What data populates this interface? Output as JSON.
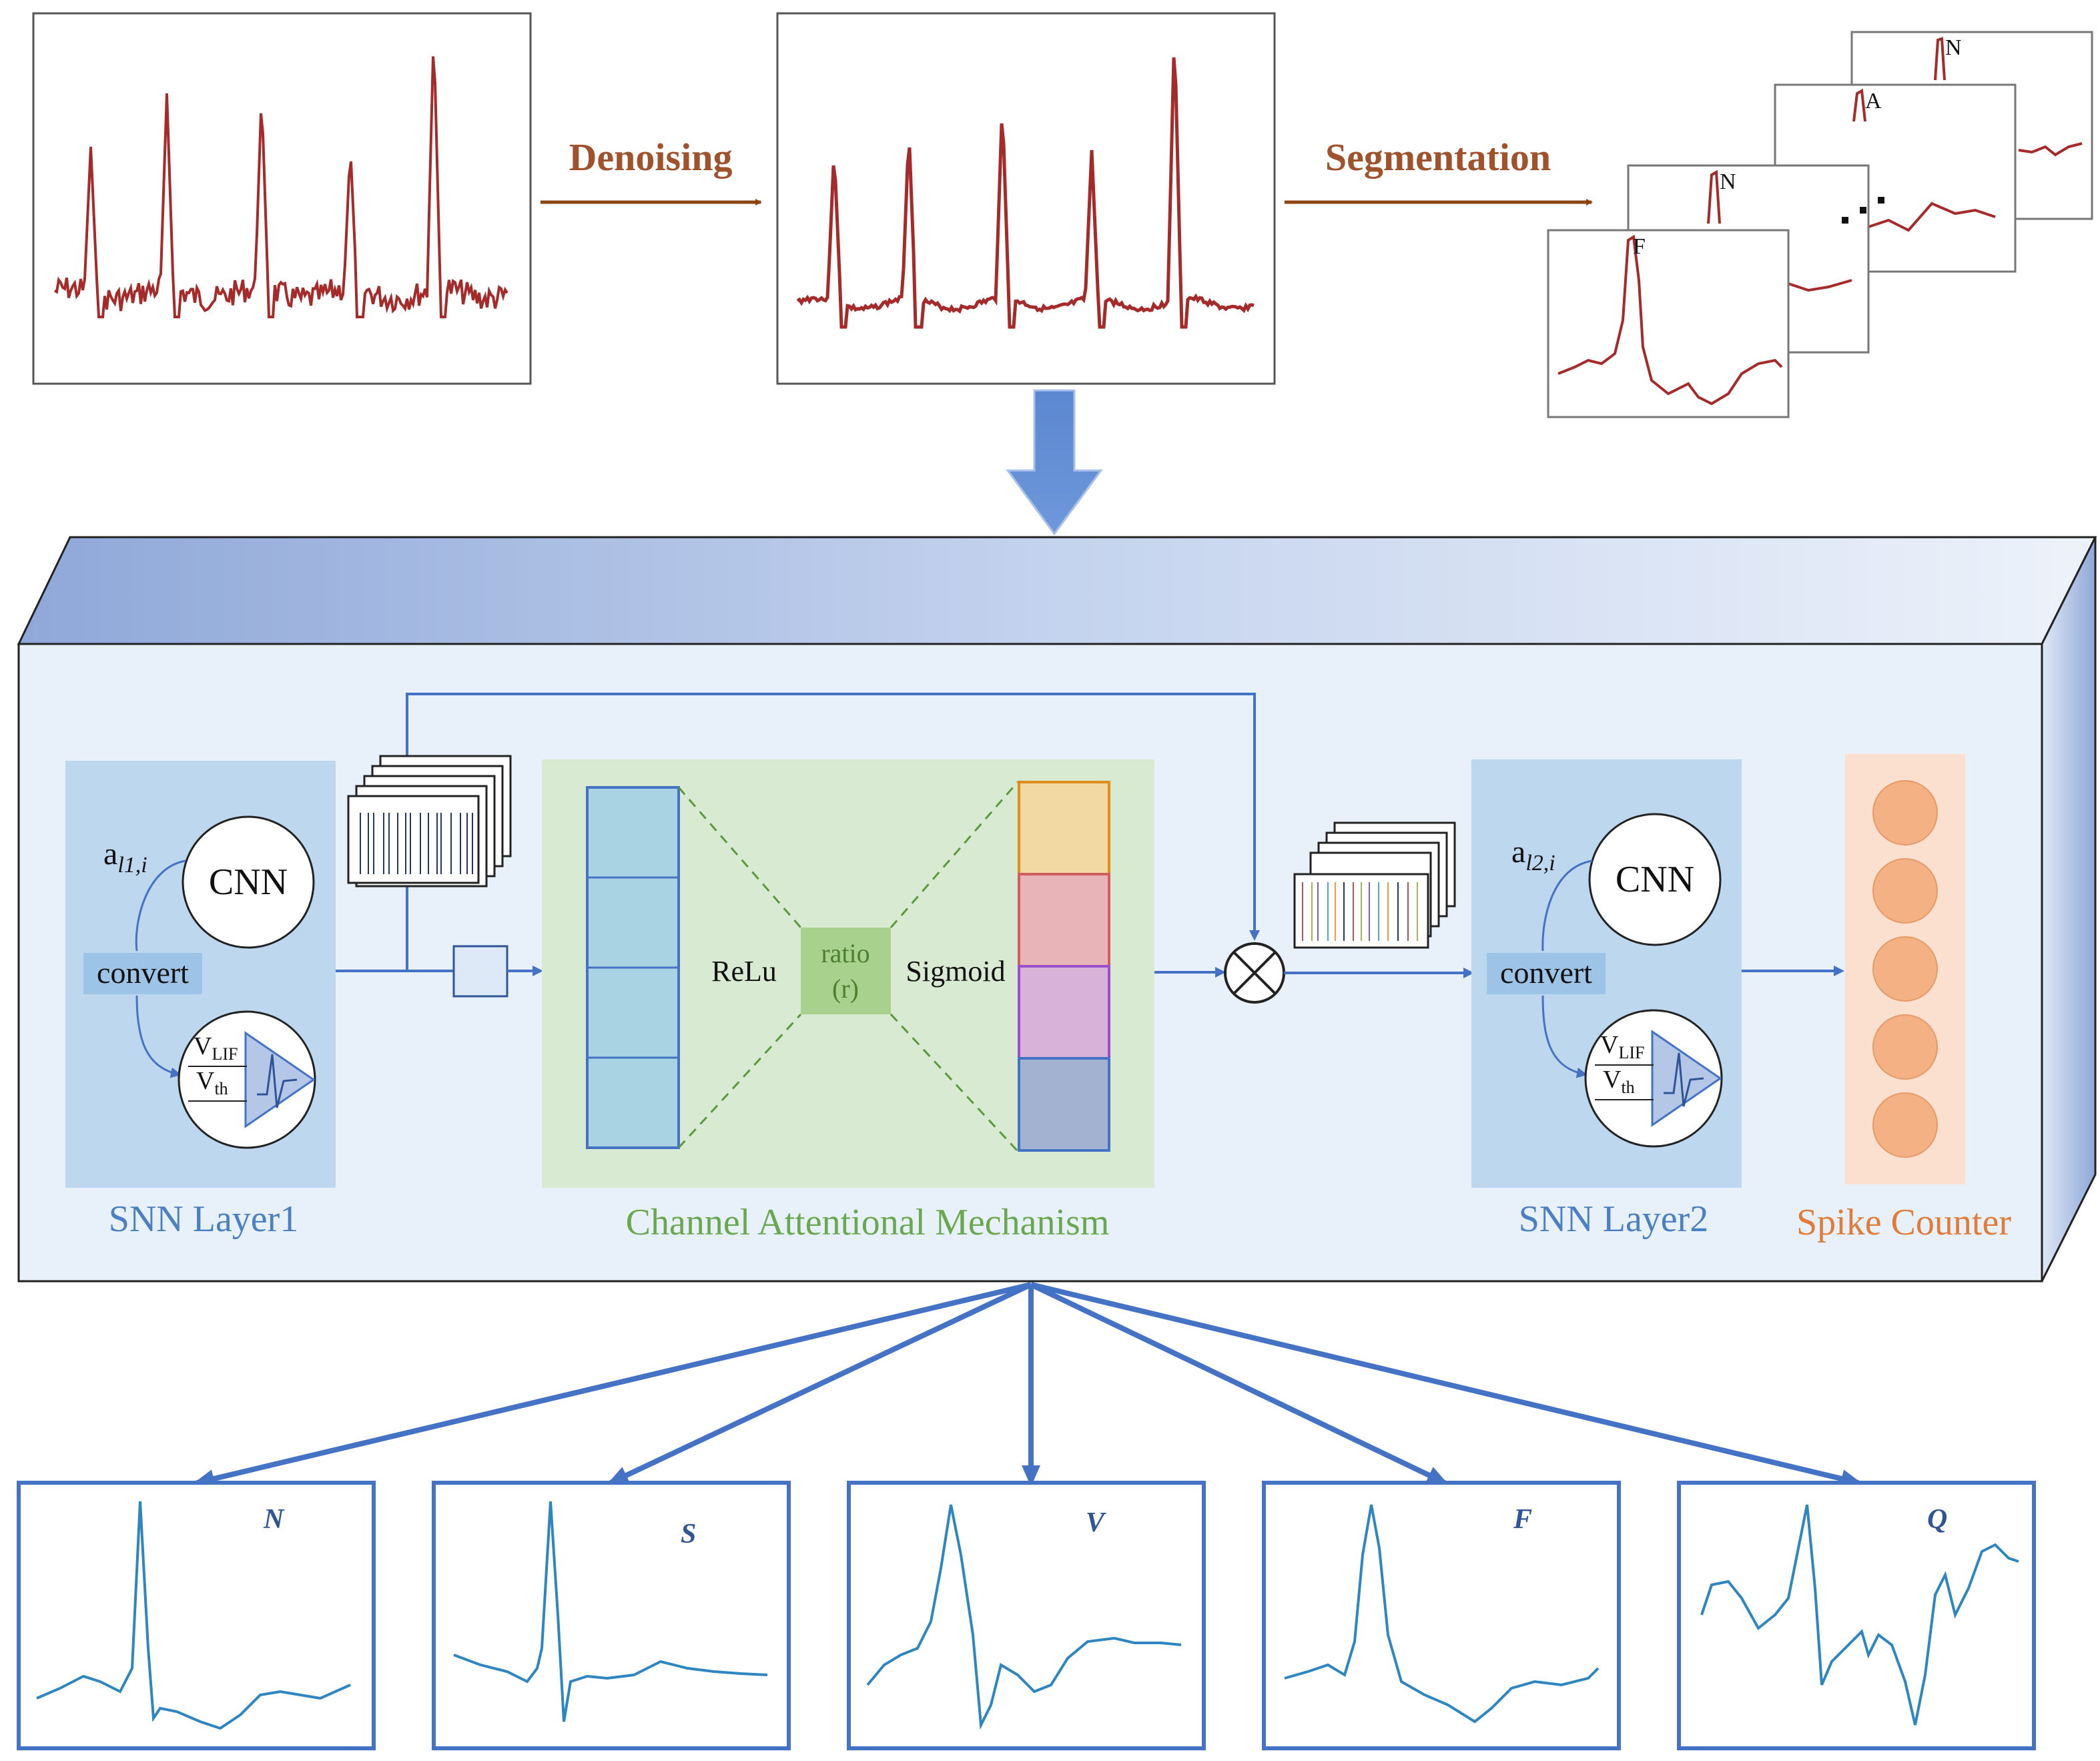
{
  "pipeline": {
    "denoise_label": "Denoising",
    "segment_label": "Segmentation",
    "segment_card_labels": [
      "N",
      "A",
      "N",
      "F"
    ]
  },
  "network": {
    "snn1": {
      "a_base": "a",
      "a_sub": "l1,i",
      "cnn": "CNN",
      "convert": "convert",
      "v_lif_base": "V",
      "v_lif_sub": "LIF",
      "v_th_base": "V",
      "v_th_sub": "th",
      "caption": "SNN Layer1"
    },
    "attention": {
      "relu": "ReLu",
      "ratio_line1": "ratio",
      "ratio_line2": "(r)",
      "sigmoid": "Sigmoid",
      "caption": "Channel Attentional Mechanism"
    },
    "snn2": {
      "a_base": "a",
      "a_sub": "l2,i",
      "cnn": "CNN",
      "convert": "convert",
      "v_lif_base": "V",
      "v_lif_sub": "LIF",
      "v_th_base": "V",
      "v_th_sub": "th",
      "caption": "SNN Layer2"
    },
    "counter": {
      "caption": "Spike Counter"
    }
  },
  "outputs": {
    "labels": [
      "N",
      "S",
      "V",
      "F",
      "Q"
    ]
  },
  "colors": {
    "ecg_red": "#a52a2a",
    "arrow_brown": "#8b4513",
    "label_brown": "#a0522d",
    "blue": "#4472c4",
    "block_face": "#e8f1fa",
    "snn_panel": "#bdd7ee",
    "attention_panel": "#d9ead3",
    "ratio_box": "#a9d18e",
    "counter_panel": "#fbe0d0",
    "neuron": "#f4b183",
    "output_blue": "#2e86c1",
    "caption_blue": "#4a7fc1",
    "caption_green": "#6aa84f",
    "caption_orange": "#e07b39",
    "input_cell": "#a9d3e3",
    "sig_orange": "#f2d9a4",
    "sig_pink": "#e8b4b8",
    "sig_violet": "#d9b2d9",
    "sig_slate": "#a4b2d2"
  }
}
